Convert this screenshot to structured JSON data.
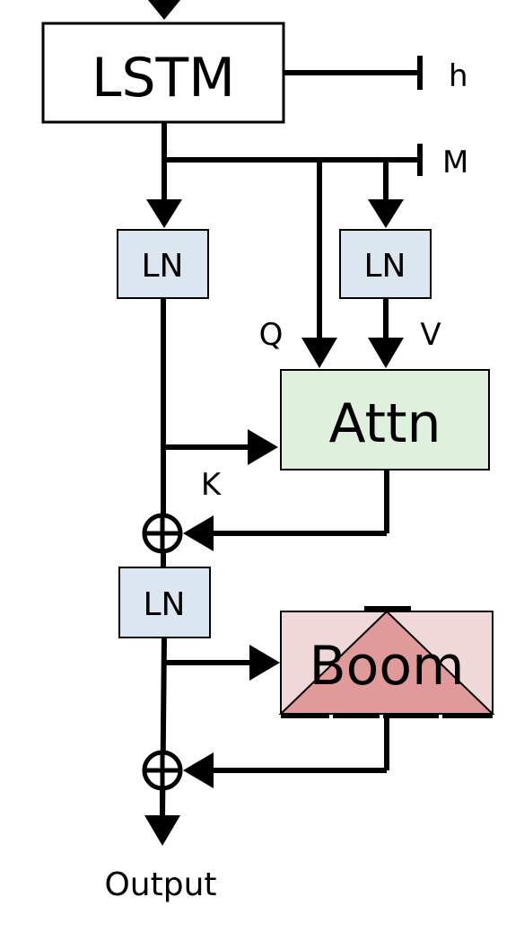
{
  "nodes": {
    "lstm": "LSTM",
    "ln_left": "LN",
    "ln_right": "LN",
    "attn": "Attn",
    "ln_bottom": "LN",
    "boom": "Boom"
  },
  "labels": {
    "h": "h",
    "m": "M",
    "q": "Q",
    "v": "V",
    "k": "K",
    "output": "Output"
  },
  "colors": {
    "ln_fill": "#dce6f0",
    "attn_fill": "#dff0dd",
    "boom_fill": "#f0d8d8",
    "boom_triangle": "#e09a9a",
    "lstm_fill": "#ffffff",
    "stroke": "#000000"
  }
}
